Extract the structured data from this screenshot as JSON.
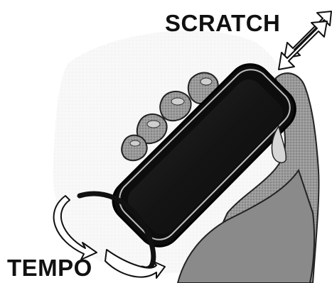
{
  "labels": {
    "scratch": "SCRATCH",
    "tempo": "TEMPO"
  },
  "colors": {
    "ink": "#111111",
    "phone_screen": "#151515",
    "hand_tone": "#8c8c8c"
  },
  "icons": {
    "scratch_arrow": "double-headed-diagonal-arrow",
    "tempo_arrow": "circular-rotation-arrow"
  }
}
